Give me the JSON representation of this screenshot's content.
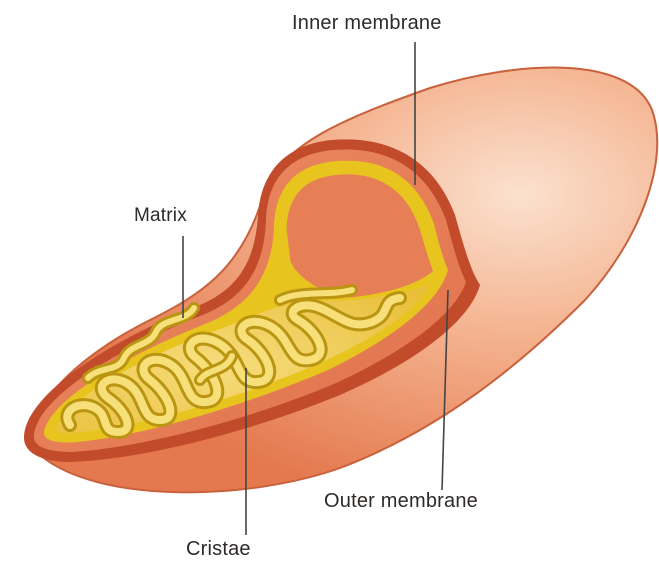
{
  "diagram": {
    "labels": {
      "inner_membrane": "Inner membrane",
      "matrix": "Matrix",
      "outer_membrane": "Outer membrane",
      "cristae": "Cristae"
    }
  },
  "colors": {
    "outer_surface": "#ef9a72",
    "outer_surface_light": "#f8cdb4",
    "rim": "#c24b2b",
    "intermembrane": "#e8885f",
    "inner_membrane": "#e8c51e",
    "matrix": "#f2d46a",
    "crista_fill": "#f7e07a",
    "leader_line": "#444444"
  }
}
